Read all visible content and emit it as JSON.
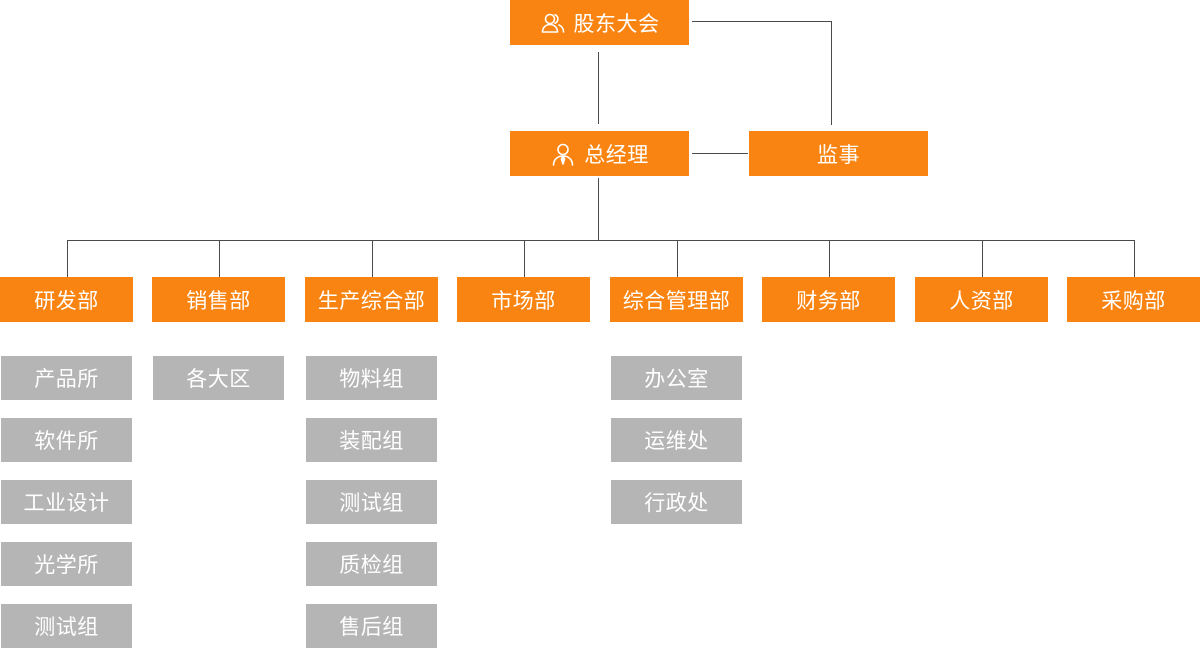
{
  "colors": {
    "primary": "#f98412",
    "secondary": "#b5b5b5",
    "line": "#4a4a4a",
    "text": "#ffffff"
  },
  "top": [
    {
      "key": "shareholders",
      "label": "股东大会",
      "icon": "people-icon"
    },
    {
      "key": "general_manager",
      "label": "总经理",
      "icon": "person-tie-icon"
    },
    {
      "key": "supervisor",
      "label": "监事"
    }
  ],
  "departments": [
    {
      "key": "rd",
      "label": "研发部",
      "children": [
        "产品所",
        "软件所",
        "工业设计",
        "光学所",
        "测试组"
      ]
    },
    {
      "key": "sales",
      "label": "销售部",
      "children": [
        "各大区"
      ]
    },
    {
      "key": "production",
      "label": "生产综合部",
      "children": [
        "物料组",
        "装配组",
        "测试组",
        "质检组",
        "售后组"
      ]
    },
    {
      "key": "marketing",
      "label": "市场部",
      "children": []
    },
    {
      "key": "admin",
      "label": "综合管理部",
      "children": [
        "办公室",
        "运维处",
        "行政处"
      ]
    },
    {
      "key": "finance",
      "label": "财务部",
      "children": []
    },
    {
      "key": "hr",
      "label": "人资部",
      "children": []
    },
    {
      "key": "purchasing",
      "label": "采购部",
      "children": []
    }
  ]
}
